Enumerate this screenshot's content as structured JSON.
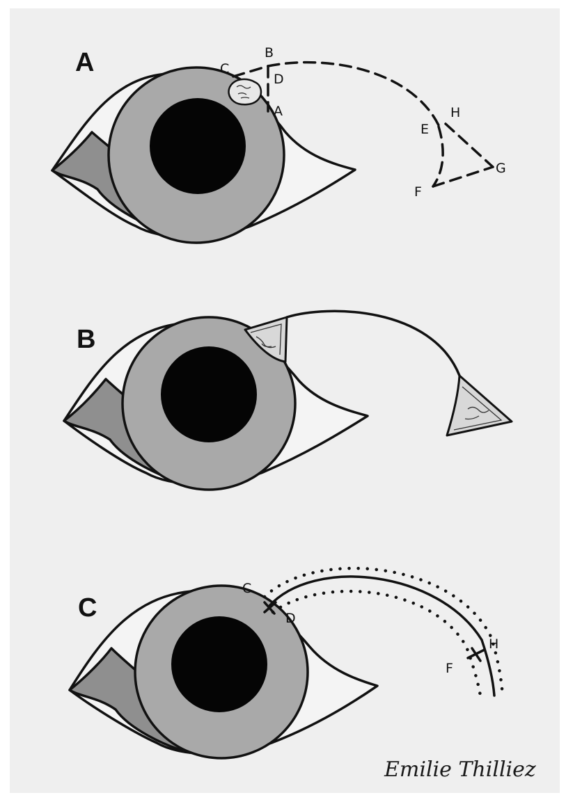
{
  "panels": [
    {
      "label": "A",
      "points": [
        "A",
        "B",
        "C",
        "D",
        "E",
        "F",
        "G",
        "H"
      ]
    },
    {
      "label": "B"
    },
    {
      "label": "C",
      "points": [
        "C",
        "D",
        "F",
        "H"
      ]
    }
  ],
  "signature": "Emilie Thilliez",
  "colors": {
    "paper": "#efefef",
    "iris": "#a9a9a9",
    "pupil": "#050505",
    "caruncle": "#8f8f8f",
    "ink": "#111111"
  }
}
